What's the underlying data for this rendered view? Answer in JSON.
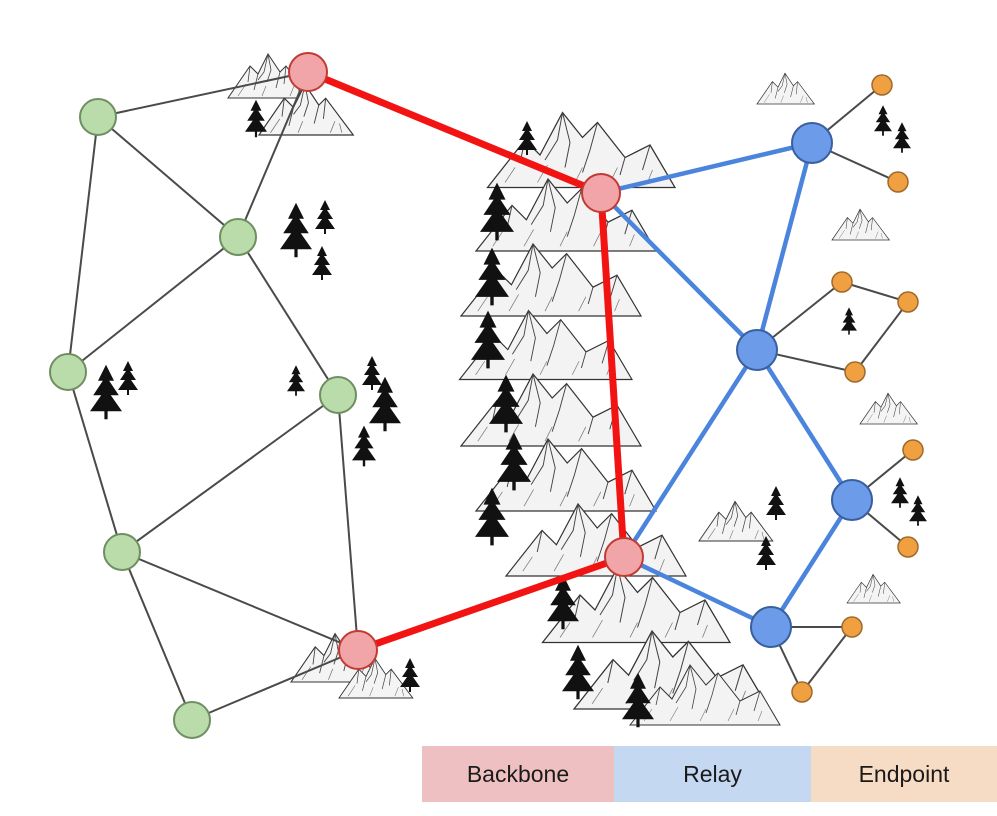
{
  "colors": {
    "background": "#ffffff",
    "backbone_fill": "#f1a5a8",
    "backbone_link": "#f21313",
    "relay_fill": "#6b9be9",
    "relay_link": "#4a84dd",
    "endpoint_fill": "#f0a040",
    "access_fill": "#b9dcaa",
    "access_link": "#4a4a4a",
    "legend_backbone": "#efc0c2",
    "legend_relay": "#c5d8f2",
    "legend_endpoint": "#f7dcc5"
  },
  "node_types": [
    "access",
    "backbone",
    "relay",
    "endpoint"
  ],
  "terrain": {
    "mountains_icon": "mountain-range-icon",
    "trees_icon": "pine-tree-icon"
  },
  "legend": [
    {
      "label": "Backbone",
      "color_key": "legend_backbone"
    },
    {
      "label": "Relay",
      "color_key": "legend_relay"
    },
    {
      "label": "Endpoint",
      "color_key": "legend_endpoint"
    }
  ]
}
